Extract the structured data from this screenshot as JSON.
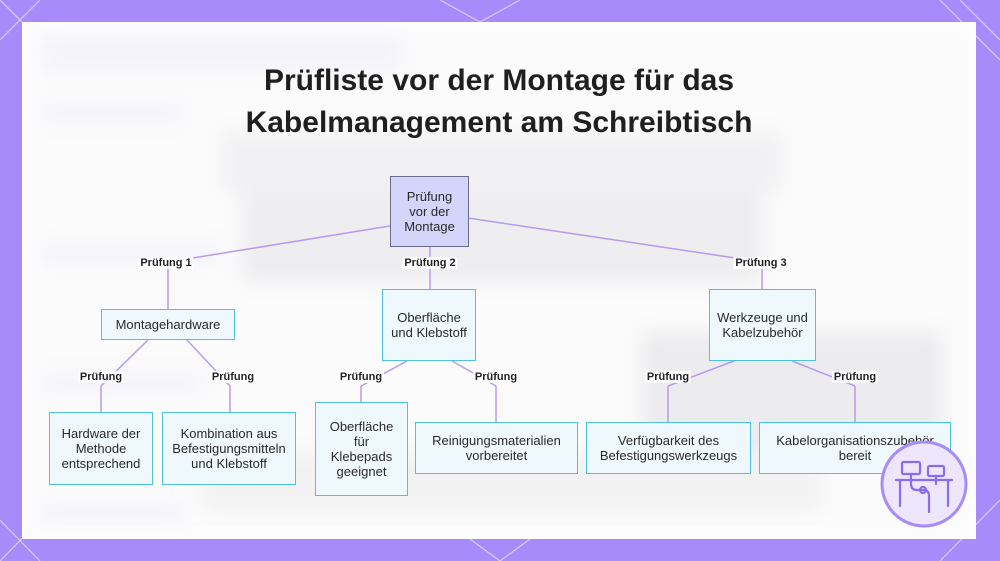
{
  "title_line1": "Prüfliste vor der Montage für das",
  "title_line2": "Kabelmanagement am Schreibtisch",
  "colors": {
    "frame": "#a78bfa",
    "node_fill": "#eef8fd",
    "node_border": "#4dc3e0",
    "root_fill": "#d3d5fb",
    "edge": "#b79af0"
  },
  "nodes": {
    "root": "Prüfung vor der Montage",
    "hardware": "Montagehardware",
    "surface": "Oberfläche und Klebstoff",
    "tools": "Werkzeuge und Kabelzubehör",
    "hw_method": "Hardware der Methode entsprechend",
    "hw_combo": "Kombination aus Befestigungsmitteln und Klebstoff",
    "sf_pads": "Oberfläche für Klebepads geeignet",
    "sf_cleaning": "Reinigungsmaterialien vorbereitet",
    "tl_tools": "Verfügbarkeit des Befestigungswerkzeugs",
    "tl_organizer": "Kabelorganisationszubehör bereit"
  },
  "edge_labels": {
    "check1": "Prüfung 1",
    "check2": "Prüfung 2",
    "check3": "Prüfung 3",
    "check": "Prüfung"
  },
  "logo_icon": "desk-cable-logo-icon"
}
